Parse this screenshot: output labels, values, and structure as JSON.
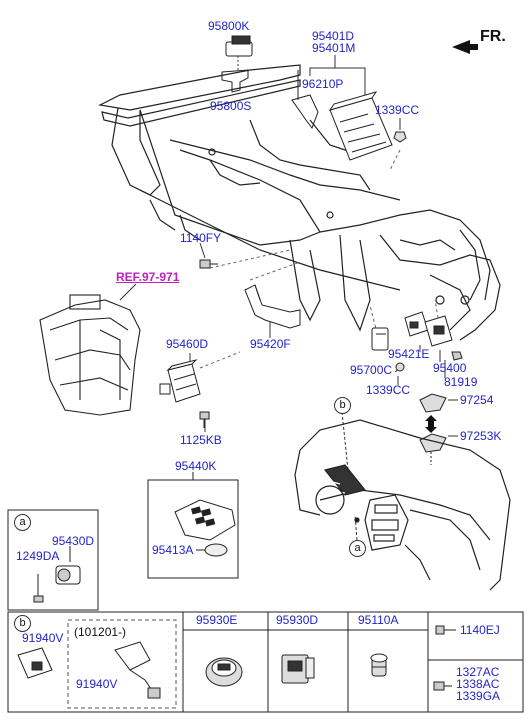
{
  "direction": {
    "label": "FR."
  },
  "parts": {
    "p95800K": "95800K",
    "p95800S": "95800S",
    "p95401D": "95401D",
    "p95401M": "95401M",
    "p96210P": "96210P",
    "p1339CC_top": "1339CC",
    "p1140FY": "1140FY",
    "ref": "REF.97-971",
    "p95420F": "95420F",
    "p95460D": "95460D",
    "p95421E": "95421E",
    "p95400": "95400",
    "p81919": "81919",
    "p95700C": "95700C",
    "p1339CC_mid": "1339CC",
    "p97254": "97254",
    "p97253K": "97253K",
    "p1125KB": "1125KB",
    "p95440K": "95440K",
    "p95413A": "95413A"
  },
  "callouts": {
    "a": "a",
    "b": "b"
  },
  "box_a": {
    "tag": "a",
    "p95430D": "95430D",
    "p1249DA": "1249DA"
  },
  "table": {
    "tag": "b",
    "col1_part": "91940V",
    "col1_note": "(101201-)",
    "col1_part2": "91940V",
    "col2": "95930E",
    "col3": "95930D",
    "col4": "95110A",
    "col5_a": "1140EJ",
    "col5_b1": "1327AC",
    "col5_b2": "1338AC",
    "col5_b3": "1339GA"
  }
}
